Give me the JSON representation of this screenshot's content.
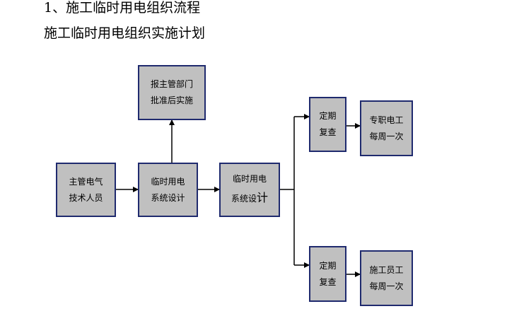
{
  "document": {
    "heading_1": "1、施工临时用电组织流程",
    "heading_2": "施工临时用电组织实施计划"
  },
  "flowchart": {
    "nodes": {
      "supervisor_technician": {
        "line1": "主管电气",
        "line2": "技术人员"
      },
      "approval": {
        "line1": "报主管部门",
        "line2": "批准后实施"
      },
      "design_1": {
        "line1": "临时用电",
        "line2": "系统设计"
      },
      "design_2": {
        "line1": "临时用电",
        "line2_main": "系统设",
        "line2_big": "计"
      },
      "periodic_check_top": {
        "line1": "定期",
        "line2": "复查"
      },
      "electrician": {
        "line1": "专职电工",
        "line2": "每周一次"
      },
      "periodic_check_bottom": {
        "line1": "定期",
        "line2": "复查"
      },
      "construction_worker": {
        "line1": "施工员工",
        "line2": "每周一次"
      }
    },
    "colors": {
      "node_fill": "#c0c0c0",
      "node_border": "#1f2a6e",
      "connector": "#000000"
    }
  }
}
